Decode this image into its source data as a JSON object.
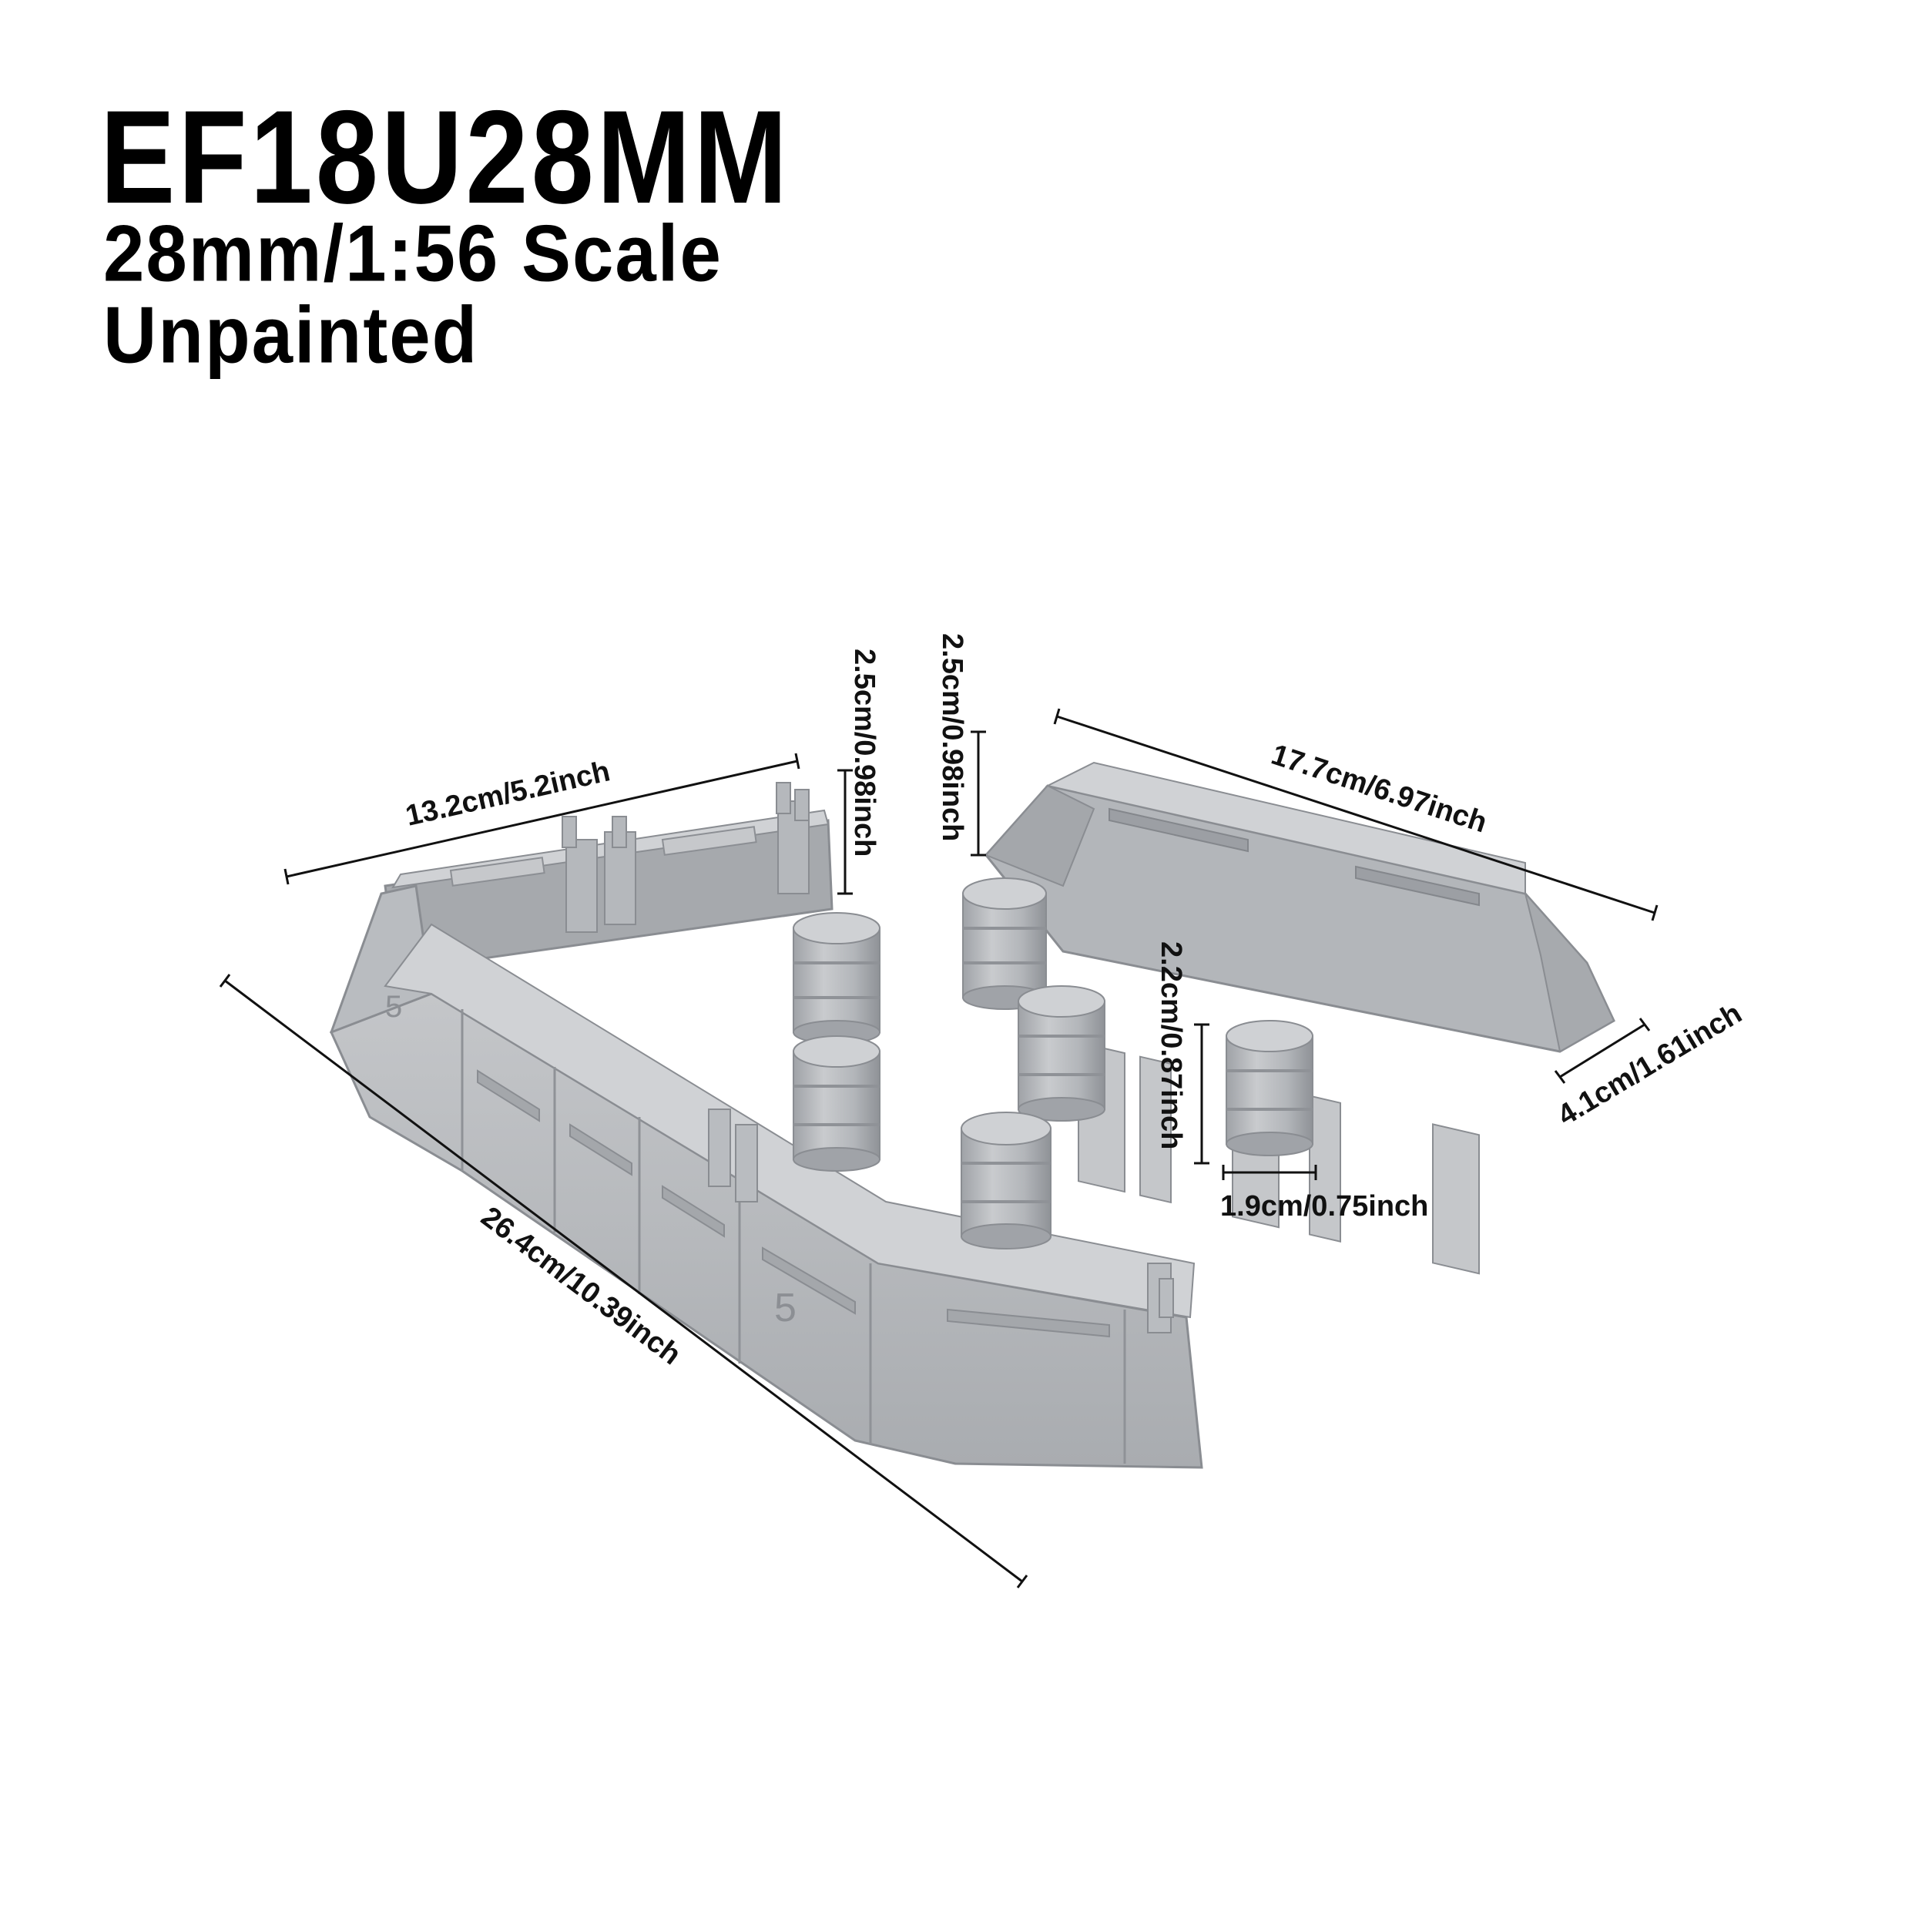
{
  "header": {
    "product_code": "EF18U28MM",
    "scale": "28mm/1:56 Scale",
    "finish": "Unpainted"
  },
  "dimensions": {
    "l_wall_short_length": "13.2cm/5.2inch",
    "l_wall_height": "2.5cm/0.98inch",
    "l_wall_long_length": "26.4cm/10.39inch",
    "bunker_height": "2.5cm/0.98inch",
    "bunker_length": "17.7cm/6.97inch",
    "bunker_depth": "4.1cm/1.61inch",
    "barrel_height": "2.2cm/0.87inch",
    "barrel_diameter": "1.9cm/0.75inch"
  },
  "wall_panel_marking": "5",
  "colors": {
    "model_fill": "#b7b9bd",
    "model_shadow": "#9ea1a6",
    "model_light": "#d3d5d8",
    "model_edge": "#8a8d92",
    "dimension_line": "#111111"
  }
}
